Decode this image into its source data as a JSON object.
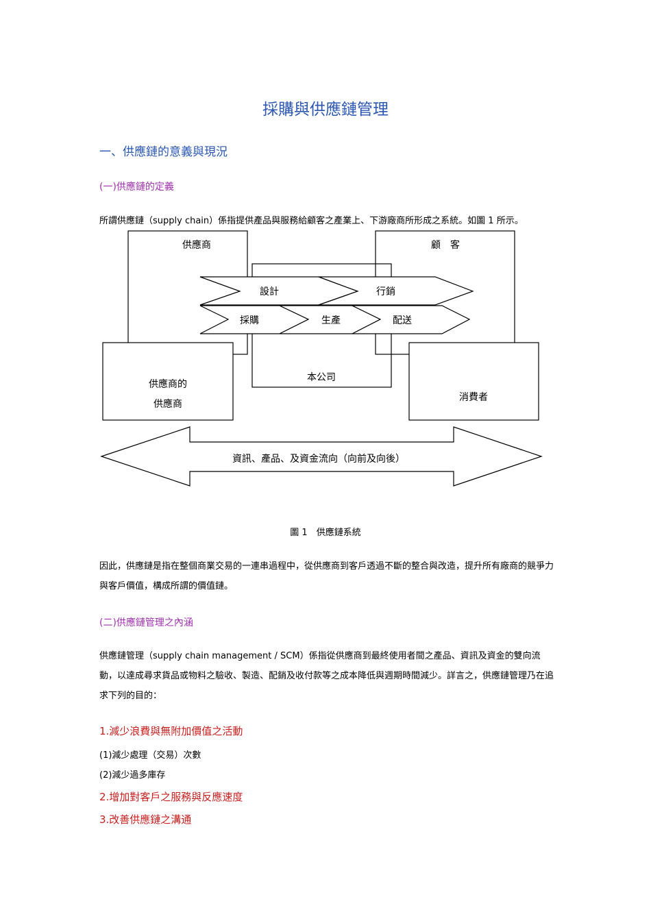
{
  "title": "採購與供應鏈管理",
  "section1": {
    "heading": "一、供應鏈的意義與現況",
    "sub1": {
      "heading": "(一)供應鏈的定義",
      "intro": "所謂供應鏈（supply chain）係指提供產品與服務給顧客之產業上、下游廠商所形成之系統。如圖 1 所示。",
      "after": "因此，供應鏈是指在整個商業交易的一連串過程中，從供應商到客戶透過不斷的整合與改造，提升所有廠商的競爭力與客戶價值，構成所謂的價值鏈。"
    },
    "sub2": {
      "heading": "(二)供應鏈管理之內涵",
      "body": "供應鏈管理（supply chain management / SCM）係指從供應商到最終使用者間之產品、資訊及資金的雙向流動，以達成尋求貨品或物料之驗收、製造、配銷及收付款等之成本降低與週期時間減少。詳言之，供應鏈管理乃在追求下列的目的：",
      "goals": [
        {
          "label": "1.減少浪費與無附加價值之活動",
          "items": [
            "(1)減少處理（交易）次數",
            "(2)減少過多庫存"
          ]
        },
        {
          "label": "2.增加對客戶之服務與反應速度"
        },
        {
          "label": "3.改善供應鏈之溝通"
        }
      ]
    }
  },
  "figure": {
    "supplier": "供應商",
    "customer": "顧　客",
    "design": "設計",
    "marketing": "行銷",
    "purchasing": "採購",
    "production": "生產",
    "delivery": "配送",
    "company": "本公司",
    "suppliers_supplier_line1": "供應商的",
    "suppliers_supplier_line2": "供應商",
    "consumer": "消費者",
    "flow": "資訊、產品、及資金流向（向前及向後）",
    "caption": "圖 1　供應鏈系統"
  }
}
